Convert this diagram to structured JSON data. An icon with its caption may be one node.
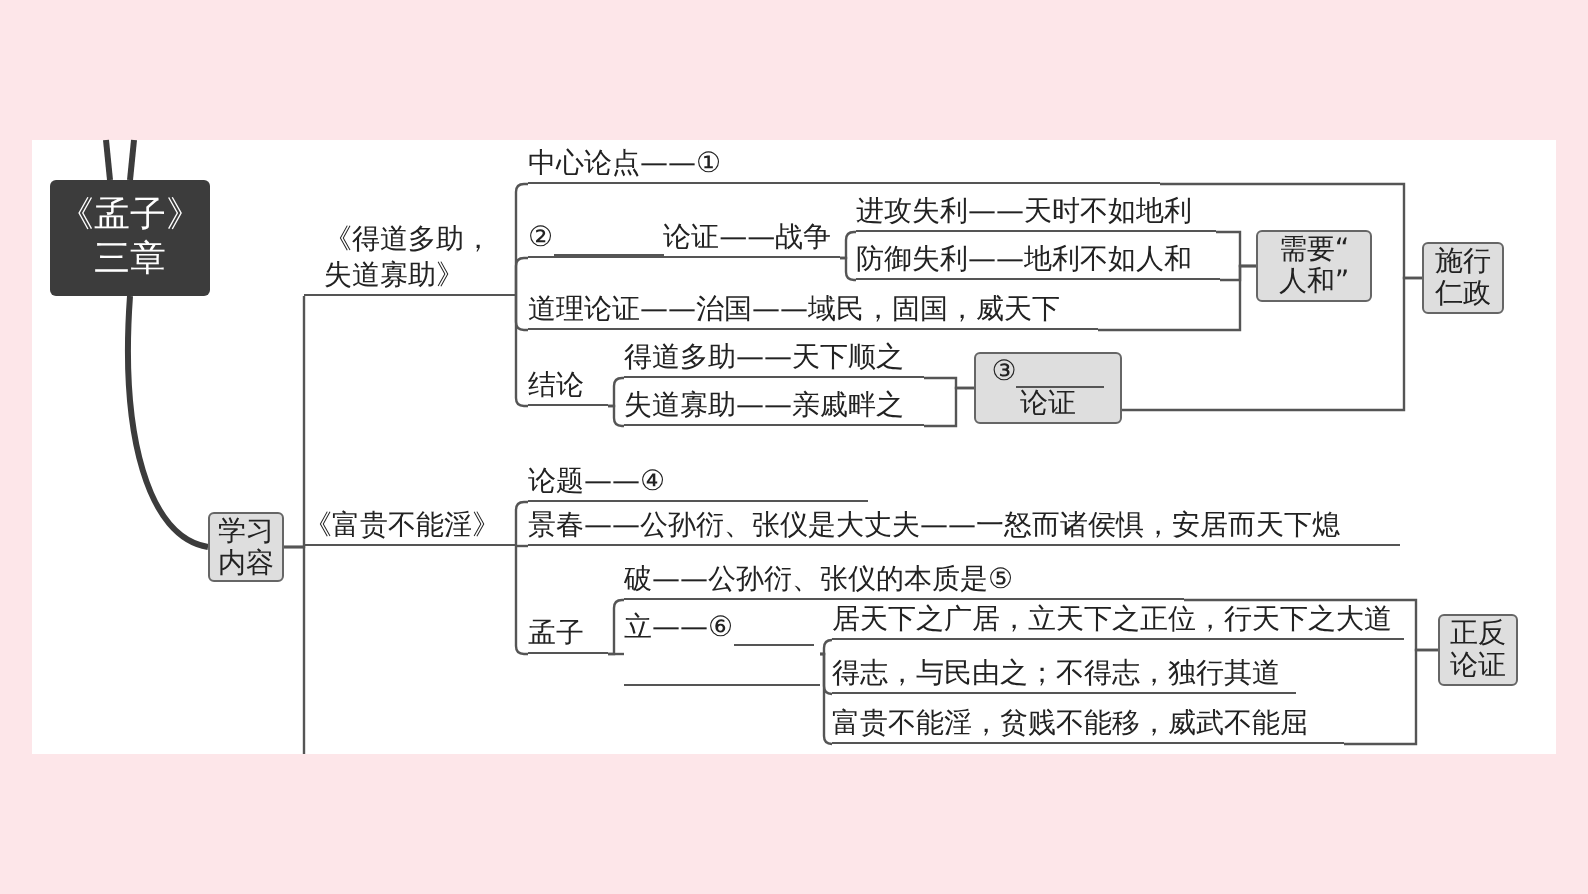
{
  "diagram": {
    "nodes": [
      {
        "text": [
          "《孟子》三章"
        ]
      },
      {
        "text": [
          "学习内容"
        ]
      },
      {
        "text": [
          "《得道多助，失道寡助》"
        ]
      },
      {
        "text": [
          "中心论点——①"
        ]
      },
      {
        "text": [
          "②",
          "论证——战争"
        ]
      },
      {
        "text": [
          "进攻失利——天时不如地利"
        ]
      },
      {
        "text": [
          "防御失利——地利不如人和"
        ]
      },
      {
        "text": [
          "道理论证——治国——域民，固国，威天下"
        ]
      },
      {
        "text": [
          "结论"
        ]
      },
      {
        "text": [
          "得道多助——天下顺之"
        ]
      },
      {
        "text": [
          "失道寡助——亲戚畔之"
        ]
      },
      {
        "text": [
          "③",
          "论证"
        ]
      },
      {
        "text": [
          "需要“人和”"
        ]
      },
      {
        "text": [
          "施行仁政"
        ]
      },
      {
        "text": [
          "《富贵不能淫》"
        ]
      },
      {
        "text": [
          "论题——④"
        ]
      },
      {
        "text": [
          "景春——公孙衍、张仪是大丈夫——一怒而诸侯惧，安居而天下熄"
        ]
      },
      {
        "text": [
          "孟子"
        ]
      },
      {
        "text": [
          "破——公孙衍、张仪的本质是⑤"
        ]
      },
      {
        "text": [
          "立——⑥"
        ]
      },
      {
        "text": [
          "居天下之广居，立天下之正位，行天下之大道"
        ]
      },
      {
        "text": [
          "得志，与民由之；不得志，独行其道"
        ]
      },
      {
        "text": [
          "富贵不能淫，贫贱不能移，威武不能屈"
        ]
      },
      {
        "text": [
          "正反论证"
        ]
      }
    ],
    "edges": [
      {
        "from": 0,
        "to": null,
        "arrow": "none",
        "style": "thick"
      },
      {
        "from": 0,
        "to": null,
        "arrow": "none",
        "style": "thick"
      },
      {
        "from": 0,
        "to": 1,
        "arrow": "none",
        "style": "thick"
      },
      {
        "from": 1,
        "to": 2,
        "arrow": "none"
      },
      {
        "from": 1,
        "to": 14,
        "arrow": "none"
      },
      {
        "from": 1,
        "to": null,
        "arrow": "none"
      },
      {
        "from": 2,
        "to": 3,
        "arrow": "none"
      },
      {
        "from": 2,
        "to": 4,
        "arrow": "none"
      },
      {
        "from": 2,
        "to": 7,
        "arrow": "none"
      },
      {
        "from": 2,
        "to": 8,
        "arrow": "none"
      },
      {
        "from": 4,
        "to": 5,
        "arrow": "none"
      },
      {
        "from": 4,
        "to": 6,
        "arrow": "none"
      },
      {
        "from": 8,
        "to": 9,
        "arrow": "none"
      },
      {
        "from": 8,
        "to": 10,
        "arrow": "none"
      },
      {
        "from": 5,
        "to": 12,
        "arrow": "none"
      },
      {
        "from": 6,
        "to": 12,
        "arrow": "none"
      },
      {
        "from": 7,
        "to": 12,
        "arrow": "none"
      },
      {
        "from": 9,
        "to": 11,
        "arrow": "none"
      },
      {
        "from": 10,
        "to": 11,
        "arrow": "none"
      },
      {
        "from": 3,
        "to": 13,
        "arrow": "none"
      },
      {
        "from": 11,
        "to": 13,
        "arrow": "none"
      },
      {
        "from": 14,
        "to": 15,
        "arrow": "none"
      },
      {
        "from": 14,
        "to": 16,
        "arrow": "none"
      },
      {
        "from": 14,
        "to": 17,
        "arrow": "none"
      },
      {
        "from": 17,
        "to": 18,
        "arrow": "none"
      },
      {
        "from": 17,
        "to": 19,
        "arrow": "none"
      },
      {
        "from": 19,
        "to": 20,
        "arrow": "none"
      },
      {
        "from": 19,
        "to": 21,
        "arrow": "none"
      },
      {
        "from": 19,
        "to": 22,
        "arrow": "none"
      },
      {
        "from": 18,
        "to": 23,
        "arrow": "none"
      },
      {
        "from": 22,
        "to": 23,
        "arrow": "none"
      }
    ]
  }
}
